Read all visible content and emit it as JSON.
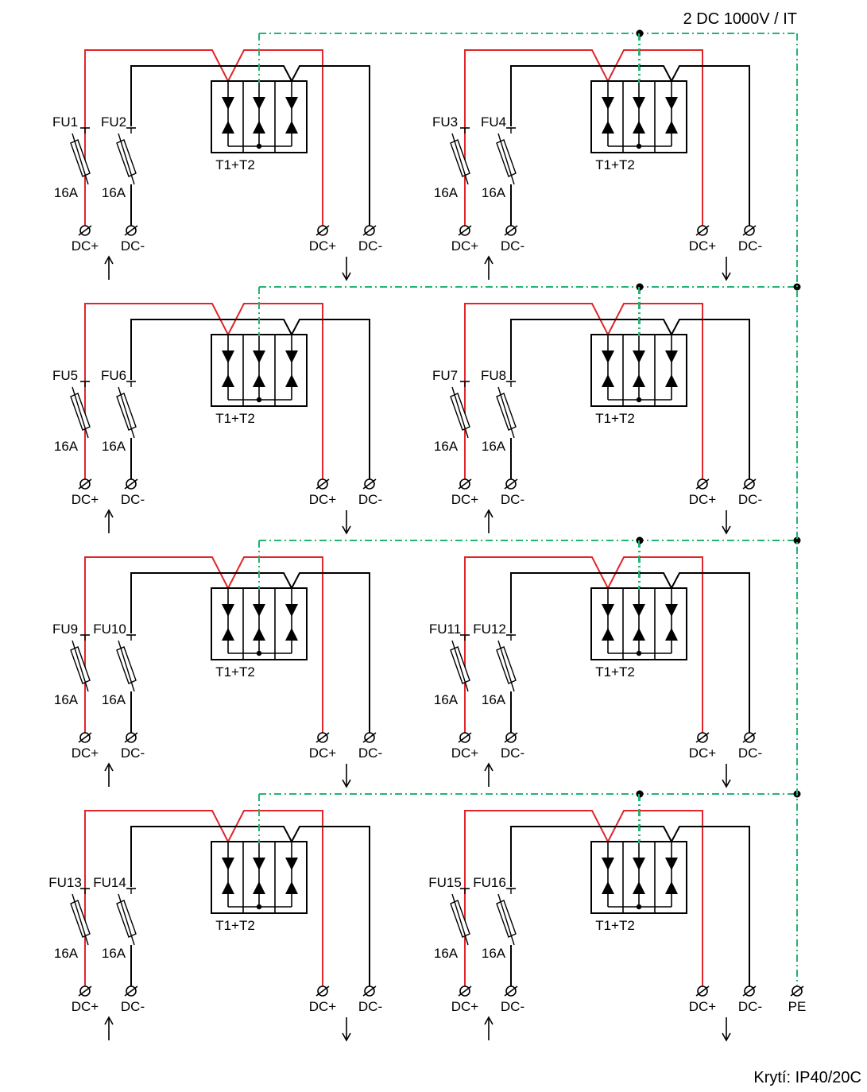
{
  "header": {
    "system_label": "2 DC 1000V / IT"
  },
  "footer": {
    "protection_label": "Krytí: IP40/20C"
  },
  "pe_terminal_label": "PE",
  "colors": {
    "positive_wire": "#e0262a",
    "negative_wire": "#000000",
    "pe_wire": "#22b573"
  },
  "units": [
    {
      "fuse_pos": "FU1",
      "fuse_neg": "FU2",
      "rating_pos": "16A",
      "rating_neg": "16A",
      "spd": "T1+T2",
      "in_pos": "DC+",
      "in_neg": "DC-",
      "out_pos": "DC+",
      "out_neg": "DC-"
    },
    {
      "fuse_pos": "FU3",
      "fuse_neg": "FU4",
      "rating_pos": "16A",
      "rating_neg": "16A",
      "spd": "T1+T2",
      "in_pos": "DC+",
      "in_neg": "DC-",
      "out_pos": "DC+",
      "out_neg": "DC-"
    },
    {
      "fuse_pos": "FU5",
      "fuse_neg": "FU6",
      "rating_pos": "16A",
      "rating_neg": "16A",
      "spd": "T1+T2",
      "in_pos": "DC+",
      "in_neg": "DC-",
      "out_pos": "DC+",
      "out_neg": "DC-"
    },
    {
      "fuse_pos": "FU7",
      "fuse_neg": "FU8",
      "rating_pos": "16A",
      "rating_neg": "16A",
      "spd": "T1+T2",
      "in_pos": "DC+",
      "in_neg": "DC-",
      "out_pos": "DC+",
      "out_neg": "DC-"
    },
    {
      "fuse_pos": "FU9",
      "fuse_neg": "FU10",
      "rating_pos": "16A",
      "rating_neg": "16A",
      "spd": "T1+T2",
      "in_pos": "DC+",
      "in_neg": "DC-",
      "out_pos": "DC+",
      "out_neg": "DC-"
    },
    {
      "fuse_pos": "FU11",
      "fuse_neg": "FU12",
      "rating_pos": "16A",
      "rating_neg": "16A",
      "spd": "T1+T2",
      "in_pos": "DC+",
      "in_neg": "DC-",
      "out_pos": "DC+",
      "out_neg": "DC-"
    },
    {
      "fuse_pos": "FU13",
      "fuse_neg": "FU14",
      "rating_pos": "16A",
      "rating_neg": "16A",
      "spd": "T1+T2",
      "in_pos": "DC+",
      "in_neg": "DC-",
      "out_pos": "DC+",
      "out_neg": "DC-"
    },
    {
      "fuse_pos": "FU15",
      "fuse_neg": "FU16",
      "rating_pos": "16A",
      "rating_neg": "16A",
      "spd": "T1+T2",
      "in_pos": "DC+",
      "in_neg": "DC-",
      "out_pos": "DC+",
      "out_neg": "DC-"
    }
  ]
}
